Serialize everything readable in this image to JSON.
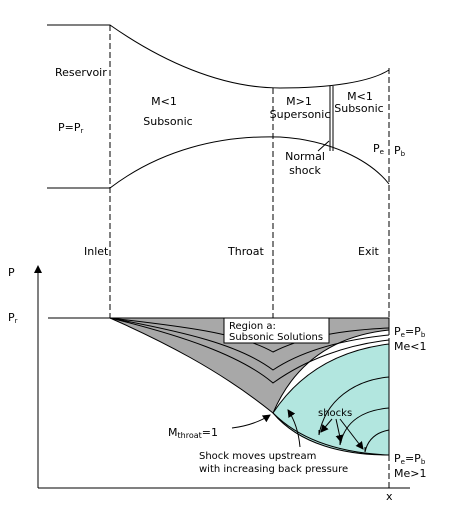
{
  "nozzle": {
    "reservoir_label": "Reservoir",
    "pressure_eq": "P=P",
    "pressure_eq_sub": "r",
    "subsonic_mach": "M<1",
    "subsonic_word": "Subsonic",
    "supersonic_mach": "M>1",
    "supersonic_word": "Supersonic",
    "exit_mach": "M<1",
    "exit_word": "Subsonic",
    "normal_shock_line1": "Normal",
    "normal_shock_line2": "shock",
    "pe_label": "P",
    "pe_sub": "e",
    "pb_label": "P",
    "pb_sub": "b"
  },
  "stations": {
    "inlet": "Inlet",
    "throat": "Throat",
    "exit": "Exit"
  },
  "plot": {
    "y_axis_label": "P",
    "x_axis_label": "x",
    "pr_label": "P",
    "pr_sub": "r",
    "region_line1": "Region a:",
    "region_line2": "Subsonic Solutions",
    "upper_exit_line1": "P",
    "upper_exit_sub1": "e",
    "upper_exit_mid": "=P",
    "upper_exit_sub2": "b",
    "upper_exit_line2": "Me<1",
    "lower_exit_line1": "P",
    "lower_exit_sub1": "e",
    "lower_exit_mid": "=P",
    "lower_exit_sub2": "b",
    "lower_exit_line2": "Me>1",
    "mthroat_main": "M",
    "mthroat_sub": "throat",
    "mthroat_val": "=1",
    "shocks_label": "shocks",
    "upstream_line1": "Shock moves upstream",
    "upstream_line2": "with increasing back pressure"
  },
  "colors": {
    "subsonic_region": "#a8a8a8",
    "supersonic_region": "#b2e6df",
    "line": "#000000"
  }
}
